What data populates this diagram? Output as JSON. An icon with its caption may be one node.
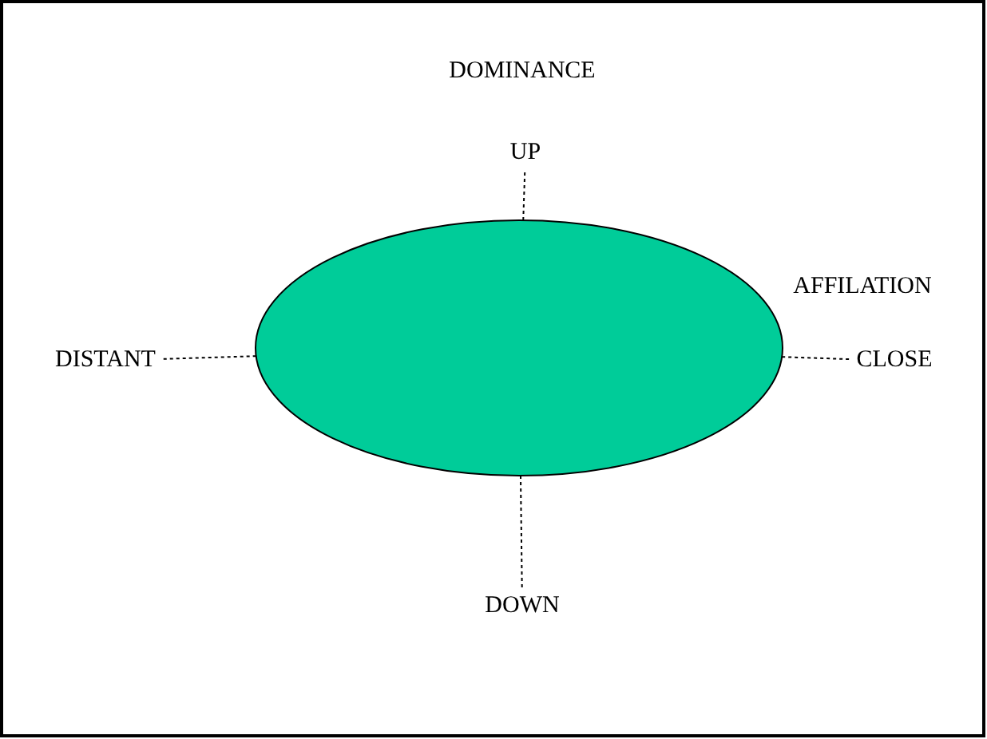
{
  "diagram": {
    "nodes": [
      {
        "text": [
          "UP"
        ]
      },
      {
        "text": [
          "DISTANT"
        ]
      },
      {
        "text": [],
        "shape": "ellipse"
      },
      {
        "text": [
          "CLOSE"
        ]
      },
      {
        "text": [
          "DOWN"
        ]
      }
    ],
    "edges": [
      {
        "from": 2,
        "to": 0,
        "arrow": "none",
        "style": "dashed"
      },
      {
        "from": 2,
        "to": 1,
        "arrow": "none",
        "style": "dashed"
      },
      {
        "from": 2,
        "to": 3,
        "arrow": "none",
        "style": "dashed"
      },
      {
        "from": 2,
        "to": 4,
        "arrow": "none",
        "style": "dashed"
      }
    ],
    "labels": [
      "DOMINANCE",
      "AFFILATION"
    ]
  }
}
